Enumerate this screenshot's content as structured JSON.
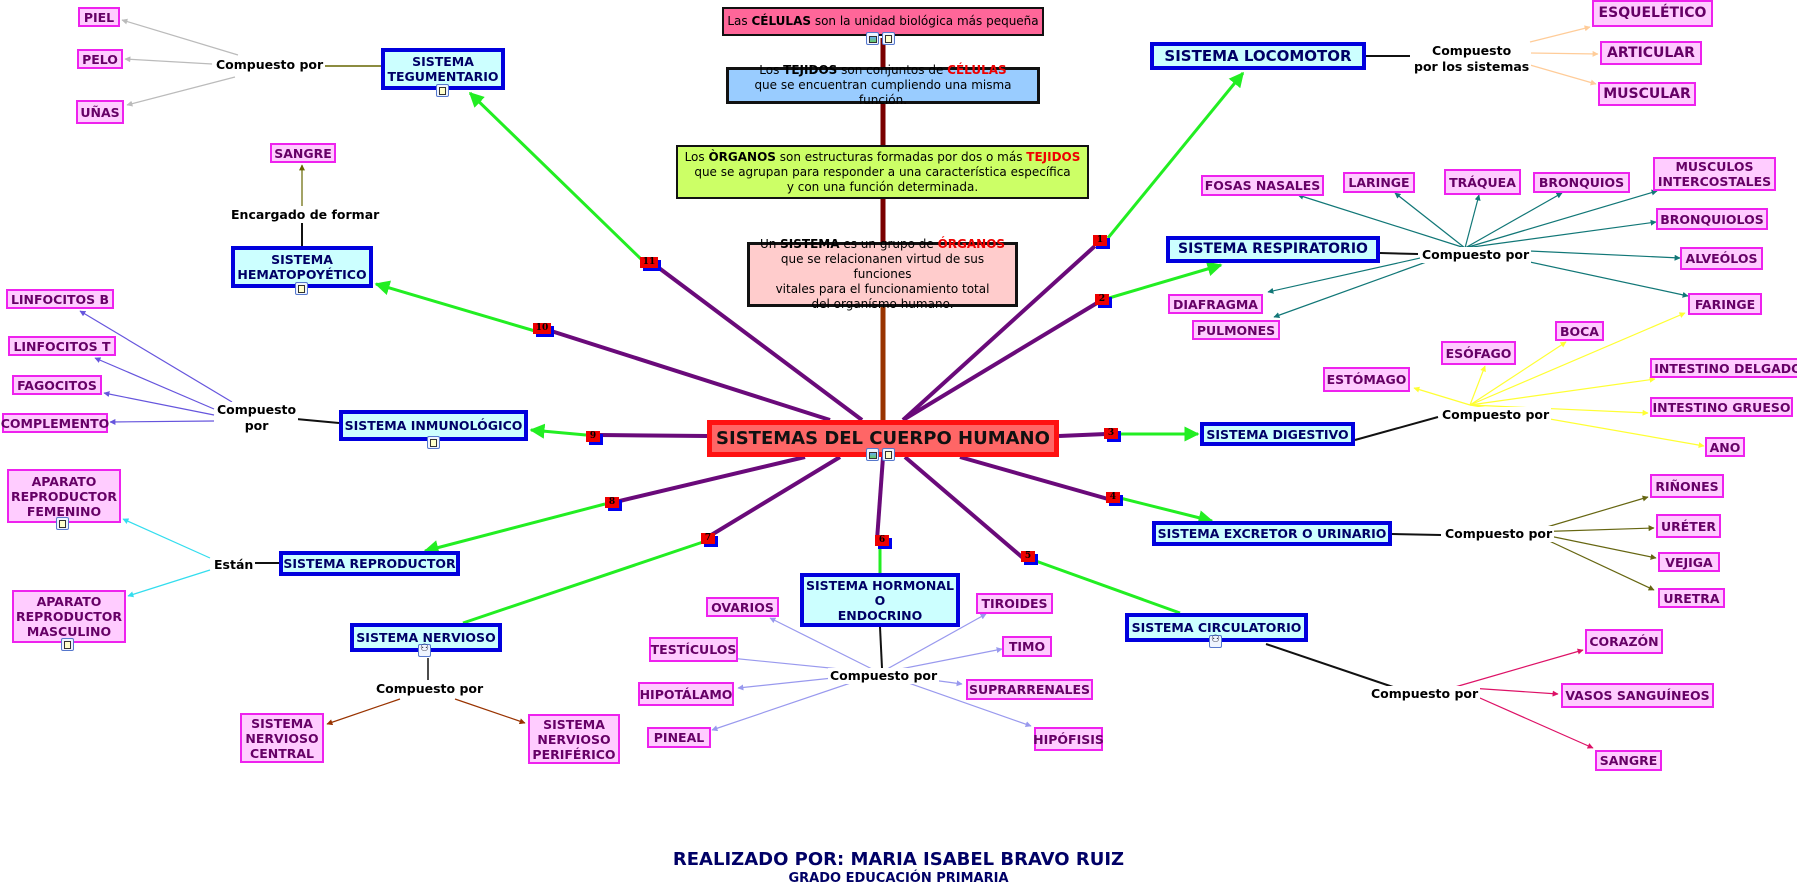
{
  "colors": {
    "hub_link": "#6a0a7a",
    "system_link": "#22ee22",
    "concept_chain": "#7a0000",
    "tegumentario": "#bbbbbb",
    "hematopoyetico": "#666600",
    "inmunologico": "#6655dd",
    "reproductor": "#33ddee",
    "nervioso": "#993300",
    "hormonal": "#9999ee",
    "locomotor": "#ffcc99",
    "respiratorio": "#117777",
    "digestivo": "#ffff33",
    "excretor": "#666611",
    "circulatorio": "#dd1166"
  },
  "concepts": {
    "celulas": {
      "pre": "Las ",
      "b": "CÉLULAS",
      "post": " son la unidad biológica más pequeña"
    },
    "tejidos": {
      "l1a": "Los ",
      "l1b": "TEJIDOS",
      "l1c": " son conjuntos de ",
      "l1d": "CÉLULAS",
      "l2": "que se encuentran cumpliendo una misma función."
    },
    "organos": {
      "l1a": "Los ",
      "l1b": "ÒRGANOS",
      "l1c": " son estructuras formadas por dos o más ",
      "l1d": "TEJIDOS",
      "l2": "que se agrupan para responder a una característica específica",
      "l3": "y con una función determinada."
    },
    "sistema": {
      "l1a": "Un ",
      "l1b": "SISTEMA",
      "l1c": " es un grupo de ",
      "l1d": "ÓRGANOS",
      "l2": "que se relacionanen virtud de sus funciones",
      "l3": "vitales para el funcionamiento total",
      "l4": "del organísmo humano."
    }
  },
  "main_title": "SISTEMAS DEL CUERPO HUMANO",
  "badges": [
    "1",
    "2",
    "3",
    "4",
    "5",
    "6",
    "7",
    "8",
    "9",
    "10",
    "11"
  ],
  "systems": {
    "locomotor": "SISTEMA LOCOMOTOR",
    "respiratorio": "SISTEMA RESPIRATORIO",
    "digestivo": "SISTEMA DIGESTIVO",
    "excretor": "SISTEMA EXCRETOR O URINARIO",
    "circulatorio": "SISTEMA CIRCULATORIO",
    "hormonal": "SISTEMA HORMONAL\nO\nENDOCRINO",
    "nervioso": "SISTEMA NERVIOSO",
    "reproductor": "SISTEMA REPRODUCTOR",
    "inmunologico": "SISTEMA INMUNOLÓGICO",
    "hematopoyetico": "SISTEMA\nHEMATOPOYÉTICO",
    "tegumentario": "SISTEMA\nTEGUMENTARIO"
  },
  "link_labels": {
    "locomotor": "Compuesto\npor los sistemas",
    "respiratorio": "Compuesto por",
    "digestivo": "Compuesto por",
    "excretor": "Compuesto por",
    "circulatorio": "Compuesto por",
    "hormonal": "Compuesto por",
    "nervioso": "Compuesto por",
    "reproductor": "Están",
    "inmunologico": "Compuesto\npor",
    "hematopoyetico": "Encargado de formar",
    "tegumentario": "Compuesto por"
  },
  "leaves": {
    "locomotor": [
      "ESQUELÉTICO",
      "ARTICULAR",
      "MUSCULAR"
    ],
    "respiratorio": [
      "FOSAS NASALES",
      "LARINGE",
      "TRÁQUEA",
      "BRONQUIOS",
      "MUSCULOS\nINTERCOSTALES",
      "BRONQUIOLOS",
      "ALVEÓLOS",
      "FARINGE",
      "DIAFRAGMA",
      "PULMONES"
    ],
    "digestivo": [
      "ESTÓMAGO",
      "ESÓFAGO",
      "BOCA",
      "INTESTINO DELGADO",
      "INTESTINO GRUESO",
      "ANO"
    ],
    "excretor": [
      "RIÑONES",
      "URÉTER",
      "VEJIGA",
      "URETRA"
    ],
    "circulatorio": [
      "CORAZÓN",
      "VASOS SANGUÍNEOS",
      "SANGRE"
    ],
    "hormonal": [
      "OVARIOS",
      "TESTÍCULOS",
      "HIPOTÁLAMO",
      "PINEAL",
      "TIROIDES",
      "TIMO",
      "SUPRARRENALES",
      "HIPÓFISIS"
    ],
    "nervioso": [
      "SISTEMA\nNERVIOSO\nCENTRAL",
      "SISTEMA\nNERVIOSO\nPERIFÉRICO"
    ],
    "reproductor": [
      "APARATO\nREPRODUCTOR\nFEMENINO",
      "APARATO\nREPRODUCTOR\nMASCULINO"
    ],
    "inmunologico": [
      "LINFOCITOS B",
      "LINFOCITOS T",
      "FAGOCITOS",
      "COMPLEMENTO"
    ],
    "hematopoyetico": [
      "SANGRE"
    ],
    "tegumentario": [
      "PIEL",
      "PELO",
      "UÑAS"
    ]
  },
  "footer": {
    "author": "REALIZADO POR:  MARIA ISABEL BRAVO RUIZ",
    "degree": "GRADO EDUCACIÓN PRIMARIA"
  }
}
